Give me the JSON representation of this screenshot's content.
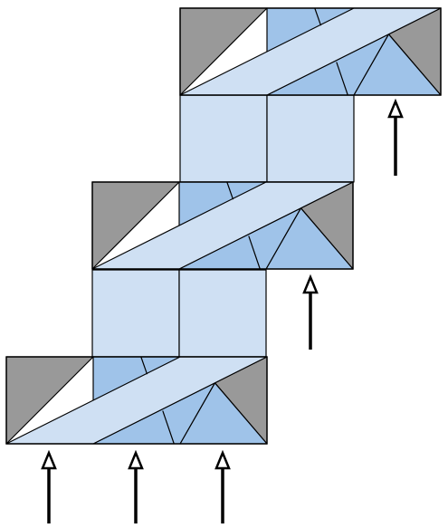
{
  "colors": {
    "background": "#ffffff",
    "gray": "#999999",
    "light_blue": "#cfe0f3",
    "mid_blue": "#9fc3e9",
    "outline": "#000000"
  },
  "diagram": {
    "tiers": [
      "bottom",
      "middle",
      "top"
    ],
    "connectors": [
      "bottom-to-middle",
      "middle-to-top"
    ],
    "arrows": [
      "bottom-arrow-1",
      "bottom-arrow-2",
      "bottom-arrow-3",
      "middle-arrow",
      "top-arrow"
    ],
    "arrow_icon": "up-arrow-icon"
  }
}
